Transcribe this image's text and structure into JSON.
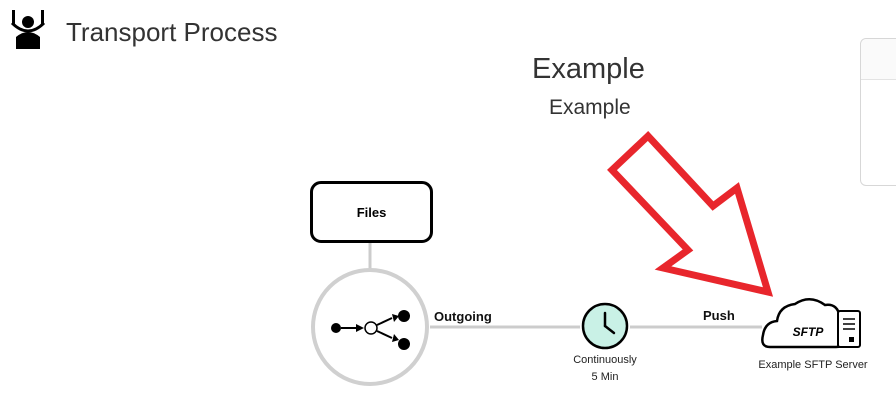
{
  "header": {
    "title": "Transport Process"
  },
  "overlay": {
    "example_large": "Example",
    "example_small": "Example"
  },
  "diagram": {
    "files_node": "Files",
    "edge_outgoing": "Outgoing",
    "edge_push": "Push",
    "schedule_line1": "Continuously",
    "schedule_line2": "5 Min",
    "server_badge": "SFTP",
    "server_label": "Example SFTP Server"
  },
  "colors": {
    "arrow": "#e8262c",
    "clock_fill": "#c9f1e6",
    "connector": "#cccccc"
  }
}
